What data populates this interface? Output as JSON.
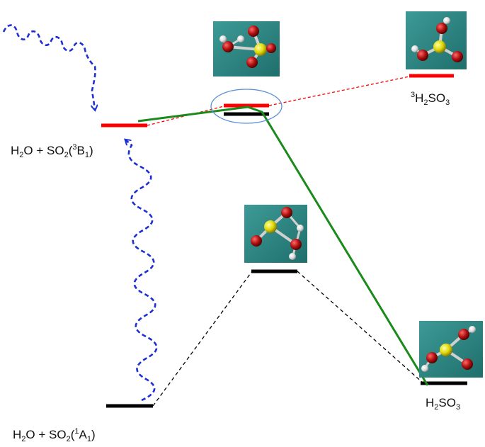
{
  "labels": {
    "reactant_triplet": {
      "main": "H",
      "s1": "2",
      "mid": "O + SO",
      "s2": "2",
      "open": "(",
      "sup": "3",
      "state": "B",
      "s3": "1",
      "close": ")"
    },
    "reactant_singlet": {
      "main": "H",
      "s1": "2",
      "mid": "O + SO",
      "s2": "2",
      "open": "(",
      "sup": "1",
      "state": "A",
      "s3": "1",
      "close": ")"
    },
    "product_triplet": {
      "sup": "3",
      "main": "H",
      "s1": "2",
      "mid": "SO",
      "s2": "3"
    },
    "product_singlet": {
      "main": "H",
      "s1": "2",
      "mid": "SO",
      "s2": "3"
    }
  },
  "colors": {
    "singlet_level": "#000000",
    "triplet_level": "#ff0000",
    "reaction_path": "#1a8a1a",
    "excitation": "#1f2fd6",
    "highlight_ellipse": "#5b8fd6",
    "molecule_bg": "#2f8a87",
    "oxygen": "#b01010",
    "sulfur": "#e0d80a",
    "hydrogen": "#e8e8e8"
  },
  "molecules": [
    "triplet-ts-molecule",
    "triplet-product-molecule",
    "singlet-ts-molecule",
    "singlet-product-molecule"
  ]
}
